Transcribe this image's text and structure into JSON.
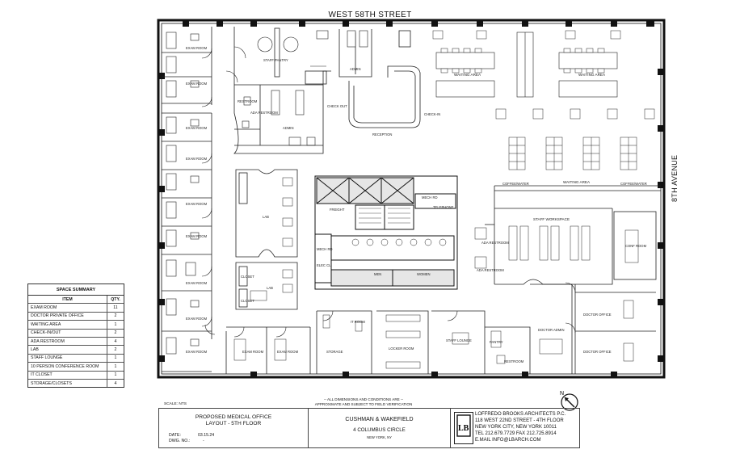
{
  "streets": {
    "top": "WEST 58TH STREET",
    "right": "8TH AVENUE"
  },
  "rooms": {
    "exam_room": "EXAM ROOM",
    "staff_pantry": "STAFF PANTRY",
    "admin": "ADMIN",
    "restroom": "RESTROOM",
    "ada_restroom": "ADA RESTROOM",
    "check_out": "CHECK OUT",
    "check_in": "CHECK-IN",
    "reception": "RECEPTION",
    "waiting_area": "WAITING AREA",
    "coffee_water": "COFFEE/WATER",
    "lab": "LAB",
    "closet": "CLOSET",
    "freight": "FREIGHT",
    "mech": "MECH RD",
    "telephone": "TELEPHONE",
    "elec_cl": "ELEC CL",
    "men": "MEN",
    "women": "WOMEN",
    "staff_workspace": "STAFF WORKSPACE",
    "conf_room": "CONF ROOM",
    "doctor_office": "DOCTOR OFFICE",
    "doctor_admin": "DOCTOR ADMIN",
    "storage": "STORAGE",
    "it_room": "IT ROOM",
    "locker_room": "LOCKER ROOM",
    "staff_lounge": "STAFF LOUNGE",
    "pantry": "PANTRY"
  },
  "summary": {
    "title": "SPACE SUMMARY",
    "col_item": "ITEM",
    "col_qty": "QTY.",
    "rows": [
      {
        "item": "EXAM ROOM",
        "qty": "11"
      },
      {
        "item": "DOCTOR PRIVATE OFFICE",
        "qty": "2"
      },
      {
        "item": "WAITING AREA",
        "qty": "1"
      },
      {
        "item": "CHECK-IN/OUT",
        "qty": "2"
      },
      {
        "item": "ADA RESTROOM",
        "qty": "4"
      },
      {
        "item": "LAB",
        "qty": "2"
      },
      {
        "item": "STAFF LOUNGE",
        "qty": "1"
      },
      {
        "item": "10 PERSON CONFERENCE ROOM",
        "qty": "1"
      },
      {
        "item": "IT CLOSET",
        "qty": "1"
      },
      {
        "item": "STORAGE/CLOSETS",
        "qty": "4"
      }
    ]
  },
  "notes": {
    "scale": "SCALE:  NTS",
    "disclaimer_1": "-- ALL DIMENSIONS AND CONDITIONS ARE --",
    "disclaimer_2": "APPROXIMATE AND SUBJECT TO FIELD VERIFICATION",
    "north": "N"
  },
  "title_block": {
    "project_1": "PROPOSED MEDICAL OFFICE",
    "project_2": "LAYOUT - 5TH FLOOR",
    "date_label": "DATE:",
    "date_value": "03.15.24",
    "dwg_label": "DWG. NO.:",
    "dwg_value": "-",
    "client": "CUSHMAN & WAKEFIELD",
    "address": "4 COLUMBUS CIRCLE",
    "city": "NEW YORK, NY",
    "firm_1": "LOFFREDO BROOKS ARCHITECTS P.C.",
    "firm_2": "118 WEST 22ND STREET  -  4TH FLOOR",
    "firm_3": "NEW YORK CITY, NEW YORK  10011",
    "firm_4": "TEL  212.679.7729       FAX  212.725.8914",
    "firm_5": "E.MAIL                    INFO@LBARCH.COM",
    "logo_text": "LB"
  }
}
